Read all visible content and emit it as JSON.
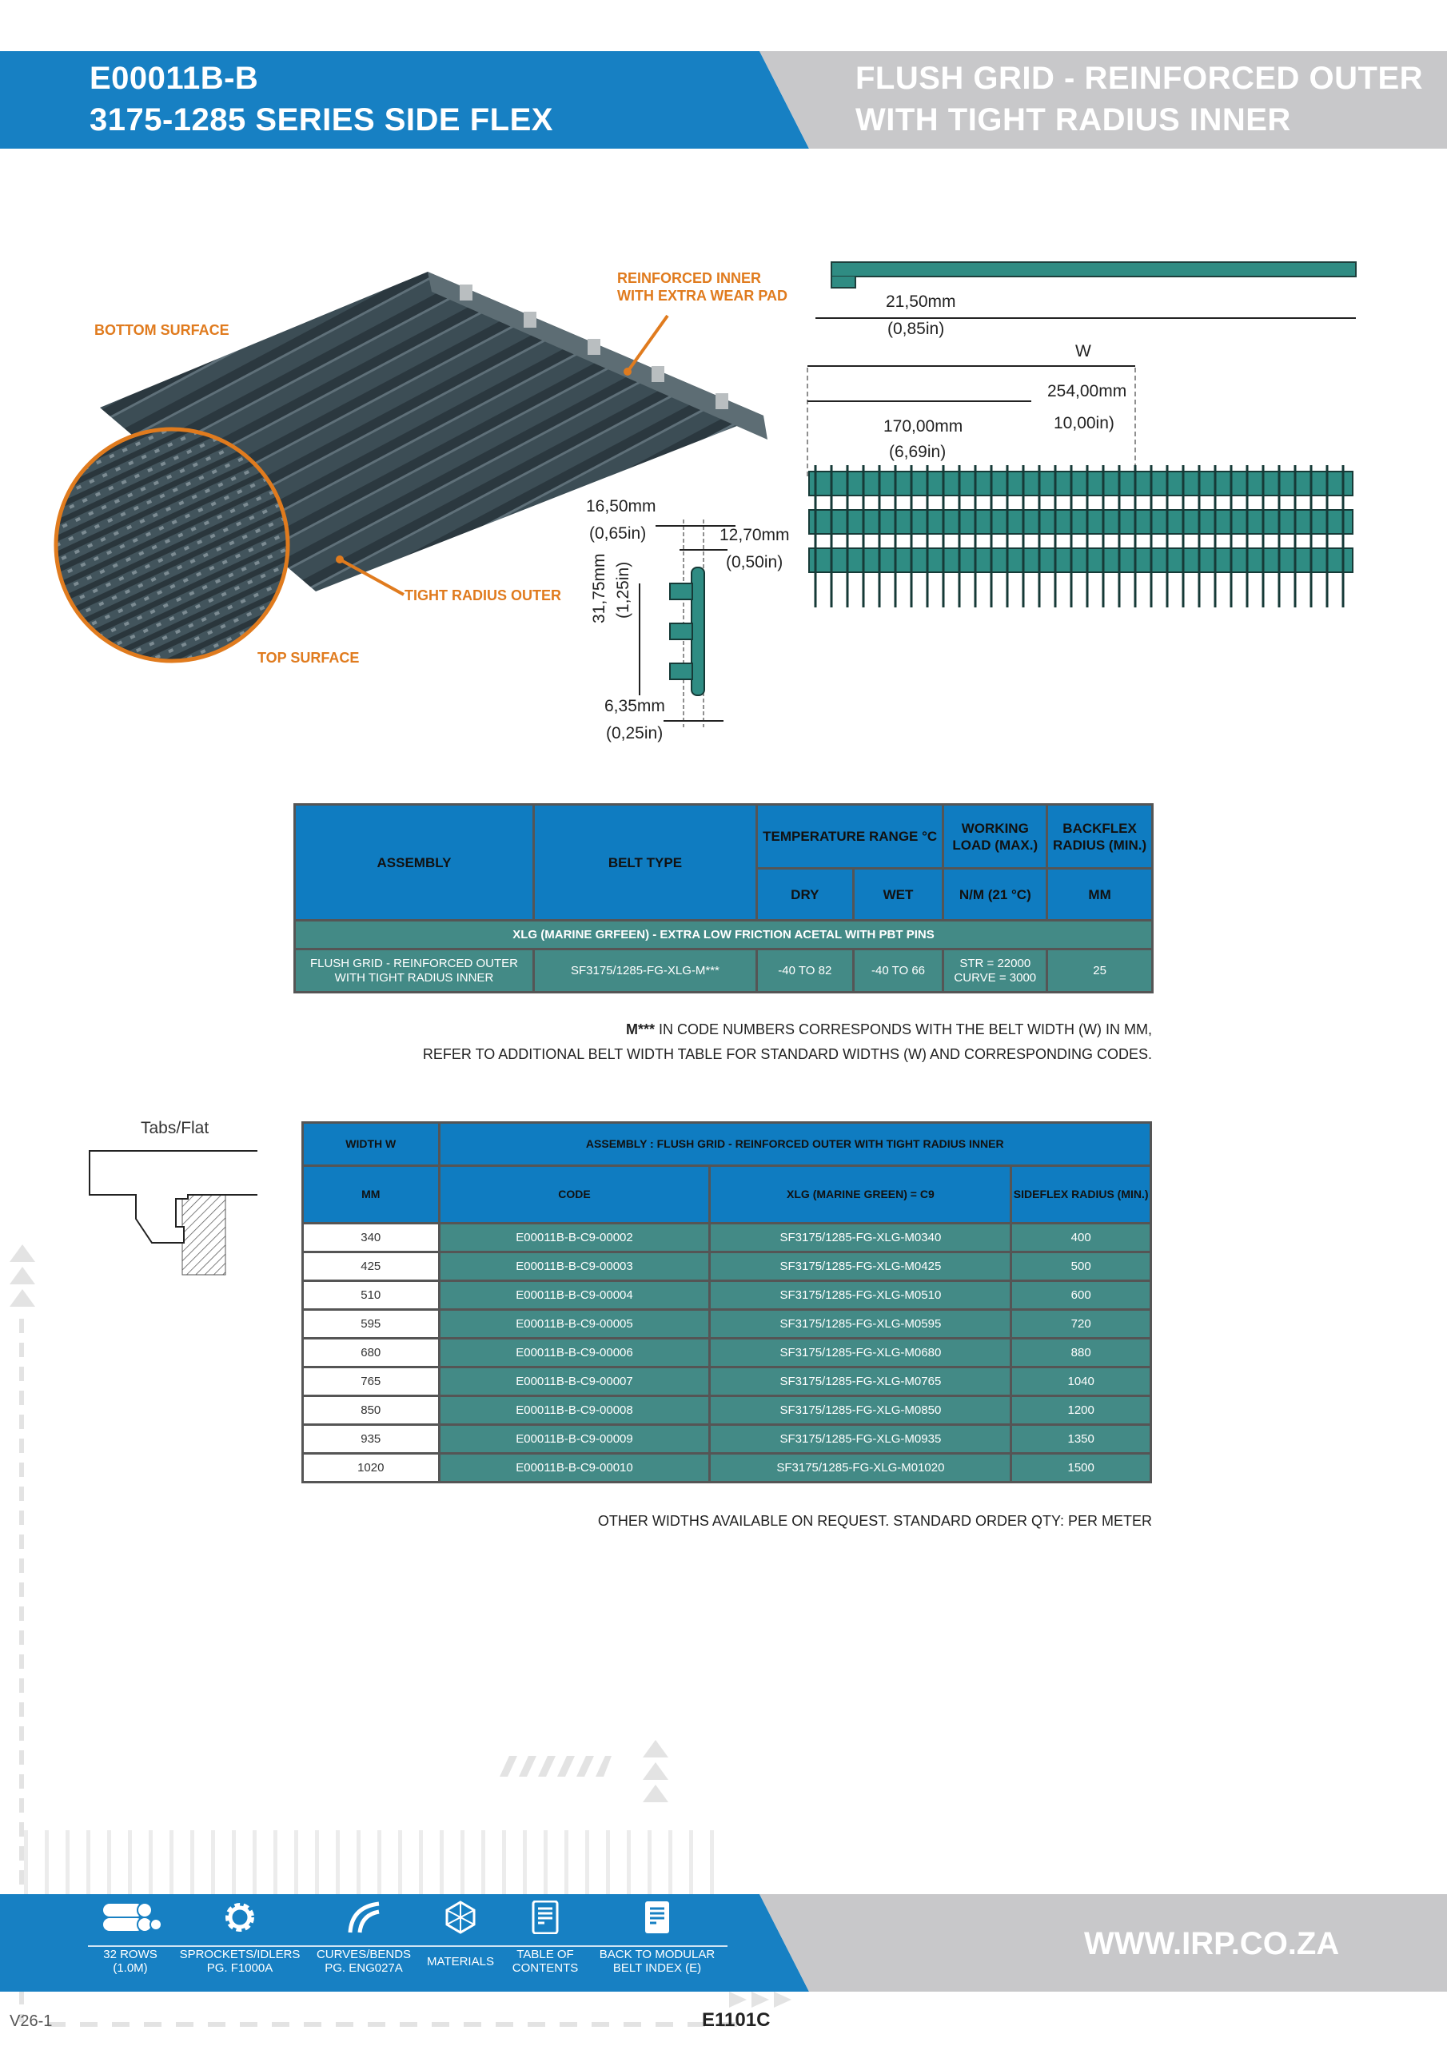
{
  "header": {
    "code": "E00011B-B",
    "series": "3175-1285 SERIES SIDE FLEX",
    "title_line1": "FLUSH GRID - REINFORCED OUTER",
    "title_line2": "WITH TIGHT RADIUS INNER"
  },
  "illustration": {
    "bottom_surface": "BOTTOM SURFACE",
    "reinforced_inner_1": "REINFORCED INNER",
    "reinforced_inner_2": "WITH EXTRA WEAR PAD",
    "tight_radius_outer": "TIGHT RADIUS OUTER",
    "top_surface": "TOP SURFACE"
  },
  "dimensions": {
    "d1_mm": "21,50mm",
    "d1_in": "(0,85in)",
    "w": "W",
    "d2_mm": "254,00mm",
    "d2_in": "10,00in)",
    "d3_mm": "170,00mm",
    "d3_in": "(6,69in)",
    "d4_mm": "16,50mm",
    "d4_in": "(0,65in)",
    "d5_mm": "12,70mm",
    "d5_in": "(0,50in)",
    "d6_mm": "31,75mm",
    "d6_in": "(1,25in)",
    "d7_mm": "6,35mm",
    "d7_in": "(0,25in)"
  },
  "spec_table": {
    "headers": {
      "assembly": "ASSEMBLY",
      "belt_type": "BELT TYPE",
      "temperature": "TEMPERATURE RANGE °C",
      "dry": "DRY",
      "wet": "WET",
      "working_load": "WORKING LOAD (MAX.)",
      "load_unit": "N/M (21 °C)",
      "backflex": "BACKFLEX RADIUS (MIN.)",
      "backflex_unit": "MM"
    },
    "material_band": "XLG (MARINE GRFEEN) - EXTRA LOW FRICTION ACETAL WITH PBT PINS",
    "row": {
      "assembly": "FLUSH GRID - REINFORCED OUTER WITH TIGHT RADIUS INNER",
      "belt_type": "SF3175/1285-FG-XLG-M***",
      "dry": "-40 TO 82",
      "wet": "-40 TO 66",
      "load_str": "STR = 22000",
      "load_curve": "CURVE = 3000",
      "backflex": "25"
    }
  },
  "notes": {
    "line1_bold": "M***",
    "line1": " IN CODE NUMBERS CORRESPONDS WITH THE BELT WIDTH (W) IN MM,",
    "line2": "REFER TO ADDITIONAL BELT WIDTH TABLE FOR STANDARD WIDTHS (W) AND CORRESPONDING CODES."
  },
  "tabs_label": "Tabs/Flat",
  "width_table": {
    "width_header": "WIDTH W",
    "assembly_header": "ASSEMBLY : FLUSH GRID - REINFORCED OUTER WITH TIGHT RADIUS INNER",
    "mm": "MM",
    "code": "CODE",
    "xlg": "XLG (MARINE GREEN) = C9",
    "sideflex": "SIDEFLEX RADIUS (MIN.)",
    "rows": [
      [
        "340",
        "E00011B-B-C9-00002",
        "SF3175/1285-FG-XLG-M0340",
        "400"
      ],
      [
        "425",
        "E00011B-B-C9-00003",
        "SF3175/1285-FG-XLG-M0425",
        "500"
      ],
      [
        "510",
        "E00011B-B-C9-00004",
        "SF3175/1285-FG-XLG-M0510",
        "600"
      ],
      [
        "595",
        "E00011B-B-C9-00005",
        "SF3175/1285-FG-XLG-M0595",
        "720"
      ],
      [
        "680",
        "E00011B-B-C9-00006",
        "SF3175/1285-FG-XLG-M0680",
        "880"
      ],
      [
        "765",
        "E00011B-B-C9-00007",
        "SF3175/1285-FG-XLG-M0765",
        "1040"
      ],
      [
        "850",
        "E00011B-B-C9-00008",
        "SF3175/1285-FG-XLG-M0850",
        "1200"
      ],
      [
        "935",
        "E00011B-B-C9-00009",
        "SF3175/1285-FG-XLG-M0935",
        "1350"
      ],
      [
        "1020",
        "E00011B-B-C9-00010",
        "SF3175/1285-FG-XLG-M01020",
        "1500"
      ]
    ]
  },
  "other_widths": "OTHER WIDTHS AVAILABLE ON REQUEST. STANDARD ORDER QTY: PER METER",
  "footer": {
    "nav": [
      {
        "icon": "rolls-icon",
        "l1": "32 ROWS",
        "l2": "(1.0M)"
      },
      {
        "icon": "gear-icon",
        "l1": "SPROCKETS/IDLERS",
        "l2": "PG.  F1000A"
      },
      {
        "icon": "curve-icon",
        "l1": "CURVES/BENDS",
        "l2": "PG. ENG027A"
      },
      {
        "icon": "materials-icon",
        "l1": "MATERIALS",
        "l2": ""
      },
      {
        "icon": "document-icon",
        "l1": "TABLE OF",
        "l2": "CONTENTS"
      },
      {
        "icon": "index-icon",
        "l1": "BACK TO MODULAR",
        "l2": "BELT INDEX (E)"
      }
    ],
    "website": "WWW.IRP.CO.ZA",
    "version": "V26-1",
    "page_code": "E1101C"
  },
  "colors": {
    "blue": "#1780c3",
    "gray": "#c8c8ca",
    "teal": "#438a86",
    "orange": "#e07b1e"
  }
}
